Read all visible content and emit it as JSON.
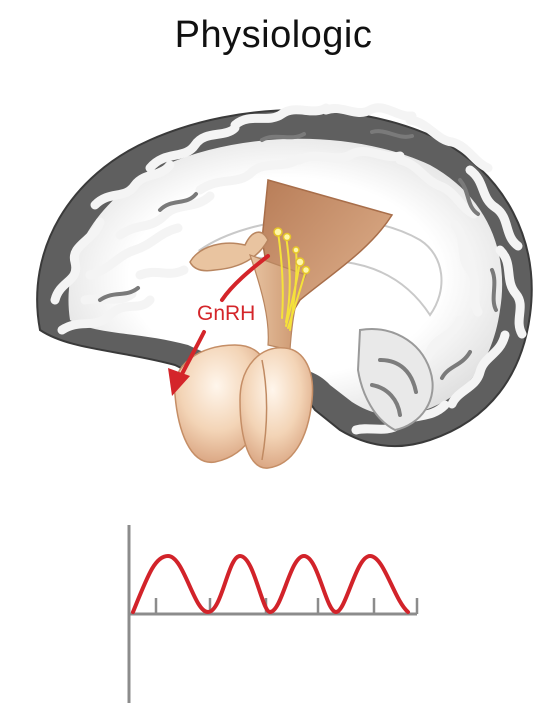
{
  "title": "Physiologic",
  "hormone_label": "GnRH",
  "colors": {
    "label_red": "#d4252a",
    "pulse_red": "#d2232a",
    "axis_gray": "#8c8c8c",
    "gyrus_light": "#f3f3f3",
    "gyrus_dark": "#6e6e6e",
    "pituitary": "#f1d2b4",
    "hypothalamus": "#c9926a",
    "neuron_yellow": "#f5e23a"
  },
  "pulse_plot": {
    "pulses": 4,
    "ticks": 5
  }
}
